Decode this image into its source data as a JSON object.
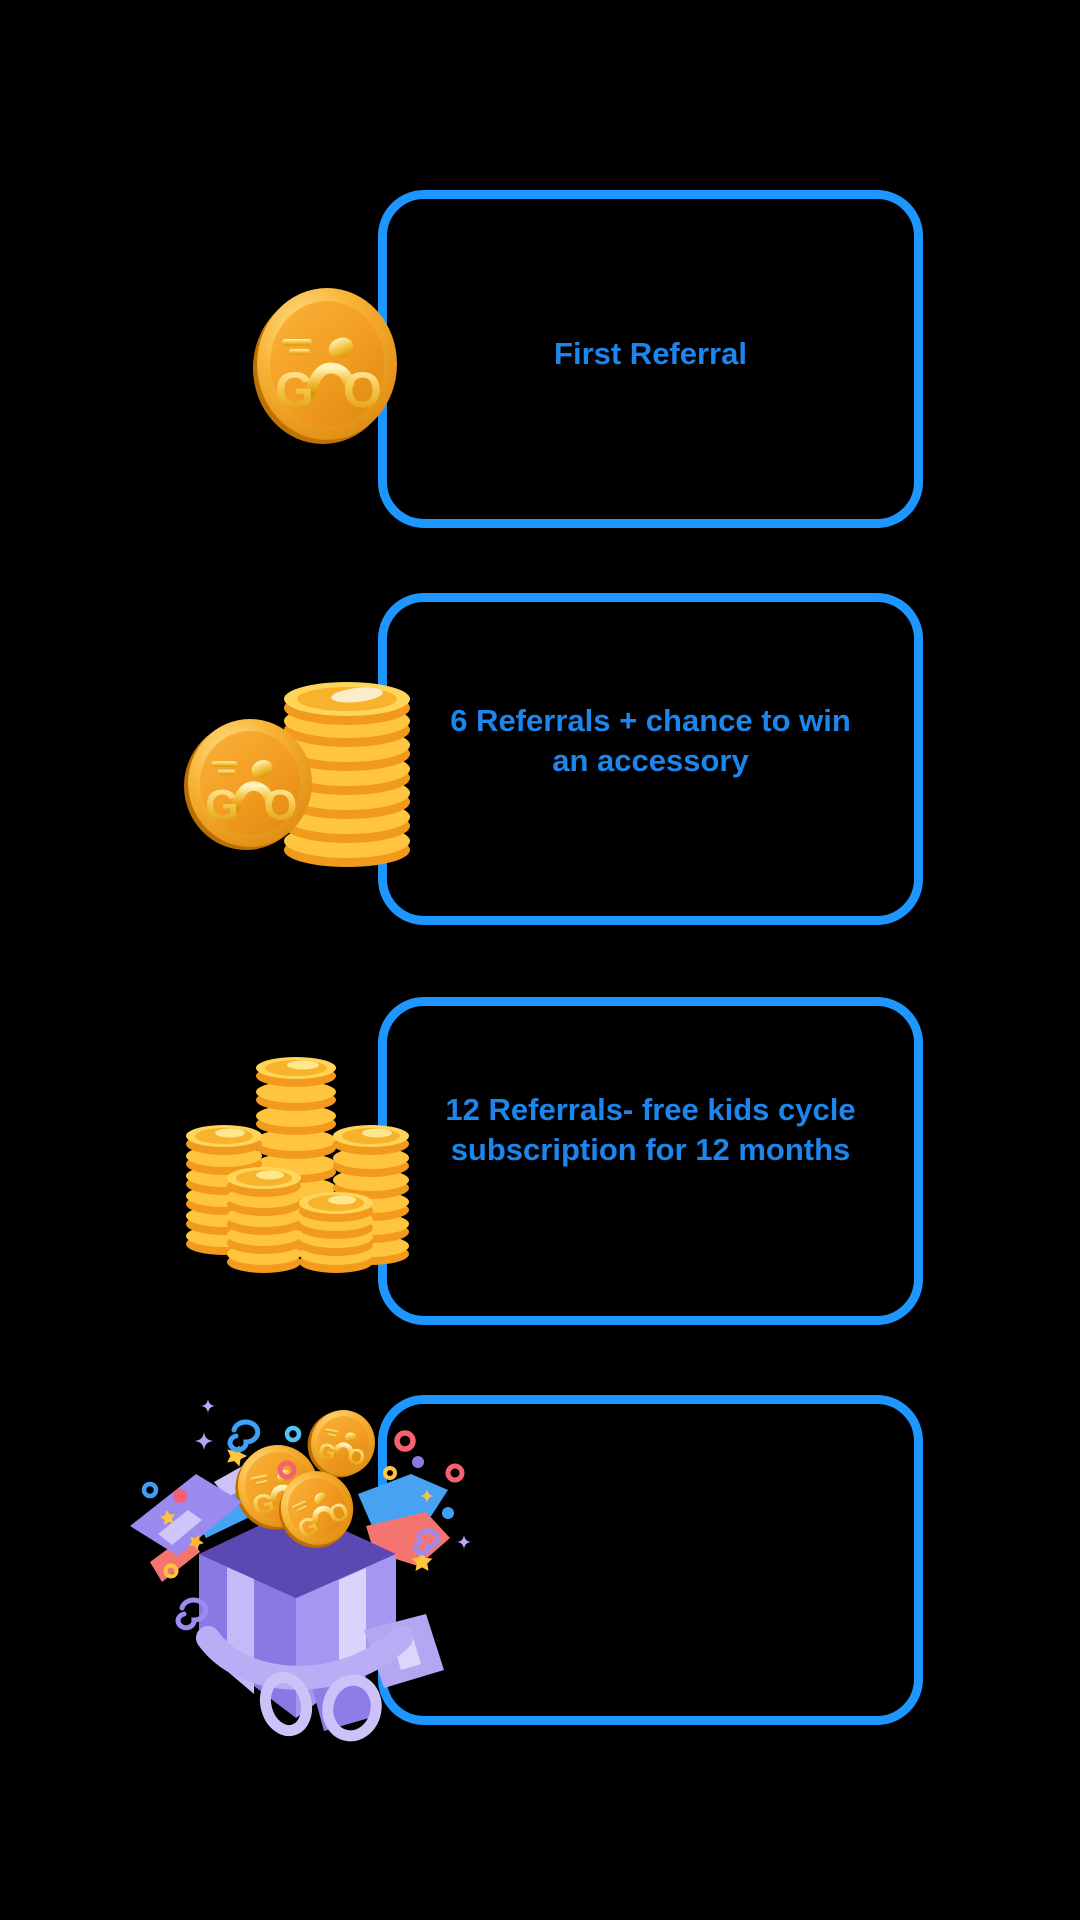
{
  "background_color": "#000000",
  "theme": {
    "card_border_color": "#1E96FF",
    "title_color": "#1C86EC",
    "coin_gold": "#F2A21F",
    "coin_yellow": "#FFC53F",
    "gift_purple": "#8B78E4"
  },
  "reward_cards": [
    {
      "name": "first-referral",
      "title_lines": [
        "First Referral"
      ],
      "icon": "go-coin-icon"
    },
    {
      "name": "six-referrals",
      "title_lines": [
        "6 Referrals + chance to win",
        "an accessory"
      ],
      "icon": "coin-stack-icon"
    },
    {
      "name": "twelve-referrals",
      "title_lines": [
        "12 Referrals- free kids cycle",
        "subscription for 12 months"
      ],
      "icon": "coin-pile-icon"
    },
    {
      "name": "bonus-gift",
      "title_lines": [],
      "icon": "gift-box-coins-icon"
    }
  ]
}
